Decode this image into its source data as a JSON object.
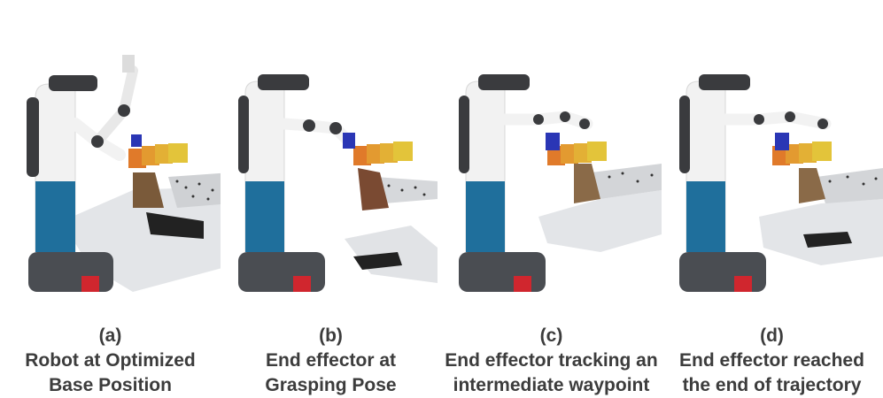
{
  "figure": {
    "panels": [
      {
        "id": "a",
        "label": "(a)",
        "caption_line1": "Robot at Optimized",
        "caption_line2": "Base Position"
      },
      {
        "id": "b",
        "label": "(b)",
        "caption_line1": "End effector at",
        "caption_line2": "Grasping Pose"
      },
      {
        "id": "c",
        "label": "(c)",
        "caption_line1": "End effector tracking an",
        "caption_line2": "intermediate waypoint"
      },
      {
        "id": "d",
        "label": "(d)",
        "caption_line1": "End effector reached",
        "caption_line2": "the end of trajectory"
      }
    ]
  },
  "colors": {
    "robot_white": "#f2f2f2",
    "robot_blue": "#1f6f9c",
    "robot_base": "#4a4d52",
    "head": "#3a3b3e",
    "red_accent": "#d0262e",
    "cloud_white": "#e6e7ea",
    "trajectory_warm": "#e08a2a",
    "trajectory_yellow": "#e3c43a",
    "gripper_blue": "#2a36b5"
  }
}
